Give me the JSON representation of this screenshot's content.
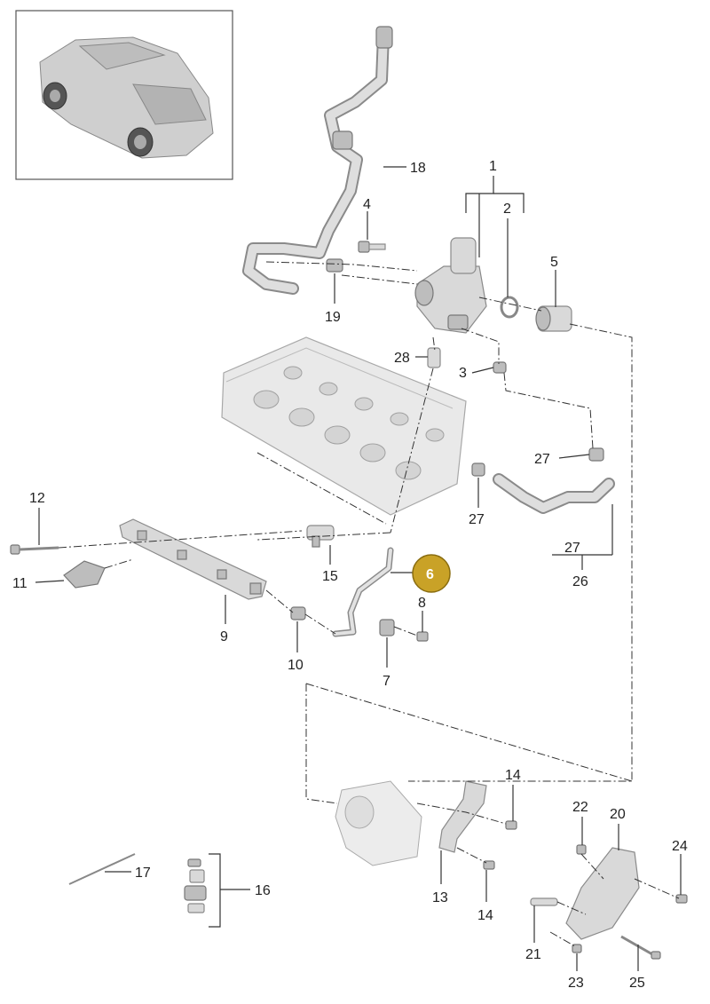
{
  "labels": {
    "p1": "1",
    "p2": "2",
    "p3": "3",
    "p4": "4",
    "p5": "5",
    "p6": "6",
    "p7": "7",
    "p8": "8",
    "p9": "9",
    "p10": "10",
    "p11": "11",
    "p12": "12",
    "p13": "13",
    "p14a": "14",
    "p14b": "14",
    "p15": "15",
    "p16": "16",
    "p17": "17",
    "p18": "18",
    "p19": "19",
    "p20": "20",
    "p21": "21",
    "p22": "22",
    "p23": "23",
    "p24": "24",
    "p25": "25",
    "p26": "26",
    "p27a": "27",
    "p27b": "27",
    "p27c": "27",
    "p28": "28"
  },
  "colors": {
    "highlight_badge": "#c9a227",
    "part_fill": "#d9d9d9",
    "part_stroke": "#8a8a8a",
    "leader": "#333333"
  },
  "icons": {
    "vehicle_inset": "suv-vehicle-icon"
  }
}
